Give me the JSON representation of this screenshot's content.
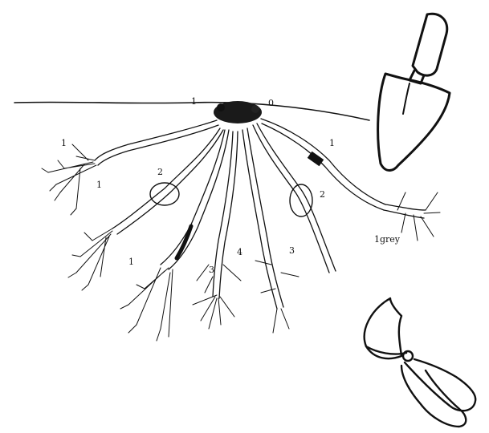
{
  "labels": {
    "crown_left": "1",
    "crown_right": "0",
    "swelling_left": "2",
    "swelling_right": "2",
    "root_tag_right": "1",
    "root_tag_far_right": "1",
    "root_tag_left_a": "1",
    "root_tag_left_b": "1",
    "root_tag_mid": "4",
    "root_tag_center": "3",
    "root_tag_lower": "3",
    "feeder_note": "1grey"
  },
  "tools": {
    "trowel": "garden-trowel",
    "pruners": "pruning-shears"
  },
  "colors": {
    "ink": "#111111",
    "paper": "#ffffff"
  }
}
